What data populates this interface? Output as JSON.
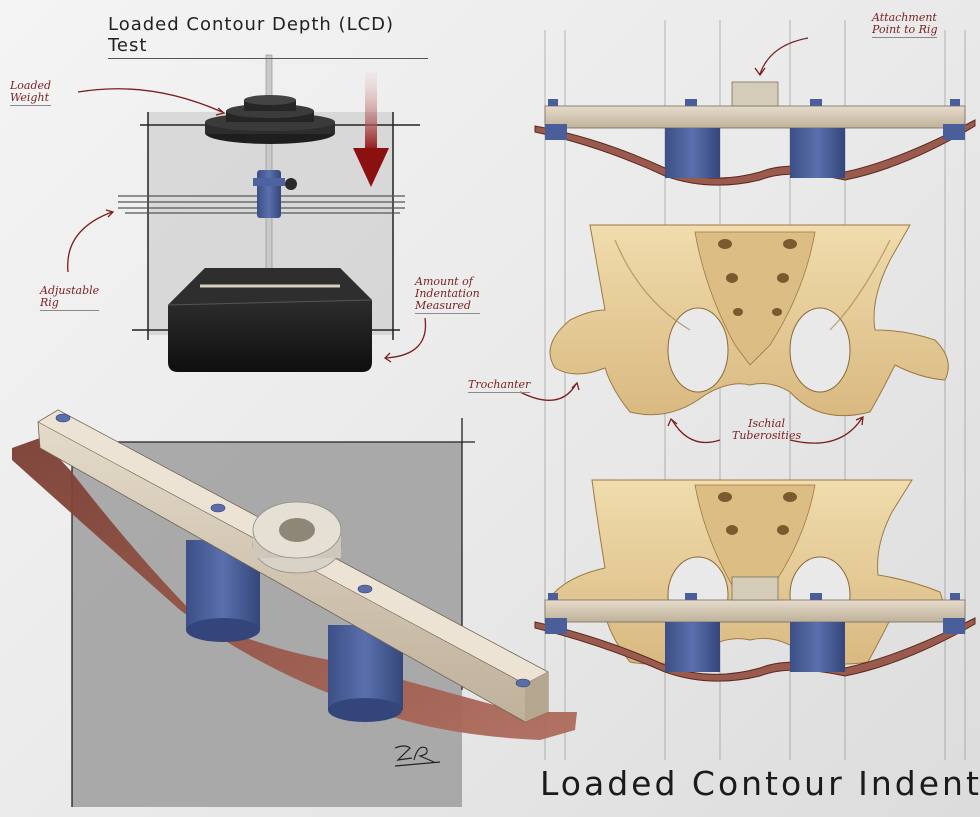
{
  "titles": {
    "lcd_test": "Loaded Contour Depth (LCD) Test",
    "indenter": "Loaded Contour Indenter"
  },
  "annotations": {
    "loaded_weight": [
      "Loaded",
      "Weight"
    ],
    "adjustable_rig": [
      "Adjustable",
      "Rig"
    ],
    "amount_of_indentation": [
      "Amount of",
      "Indentation",
      "Measured"
    ],
    "attachment_point": [
      "Attachment",
      "Point to Rig"
    ],
    "trochanter": "Trochanter",
    "ischial_tuberosities": [
      "Ischial",
      "Tuberosities"
    ]
  },
  "colors": {
    "annotation_text": "#7a1f1f",
    "arrow_red": "#8b1010",
    "bone": "#e8cf9c",
    "bone_shadow": "#b8925a",
    "wood_bar": "#d8cbb6",
    "blue_pad": "#4a5f9a",
    "rubber_base": "#9a5b4e",
    "foam_block": "#1d1d1d",
    "weight_disc": "#2a2a2a"
  },
  "icons": {
    "down_arrow": "down-arrow-icon",
    "signature": "artist-signature"
  }
}
